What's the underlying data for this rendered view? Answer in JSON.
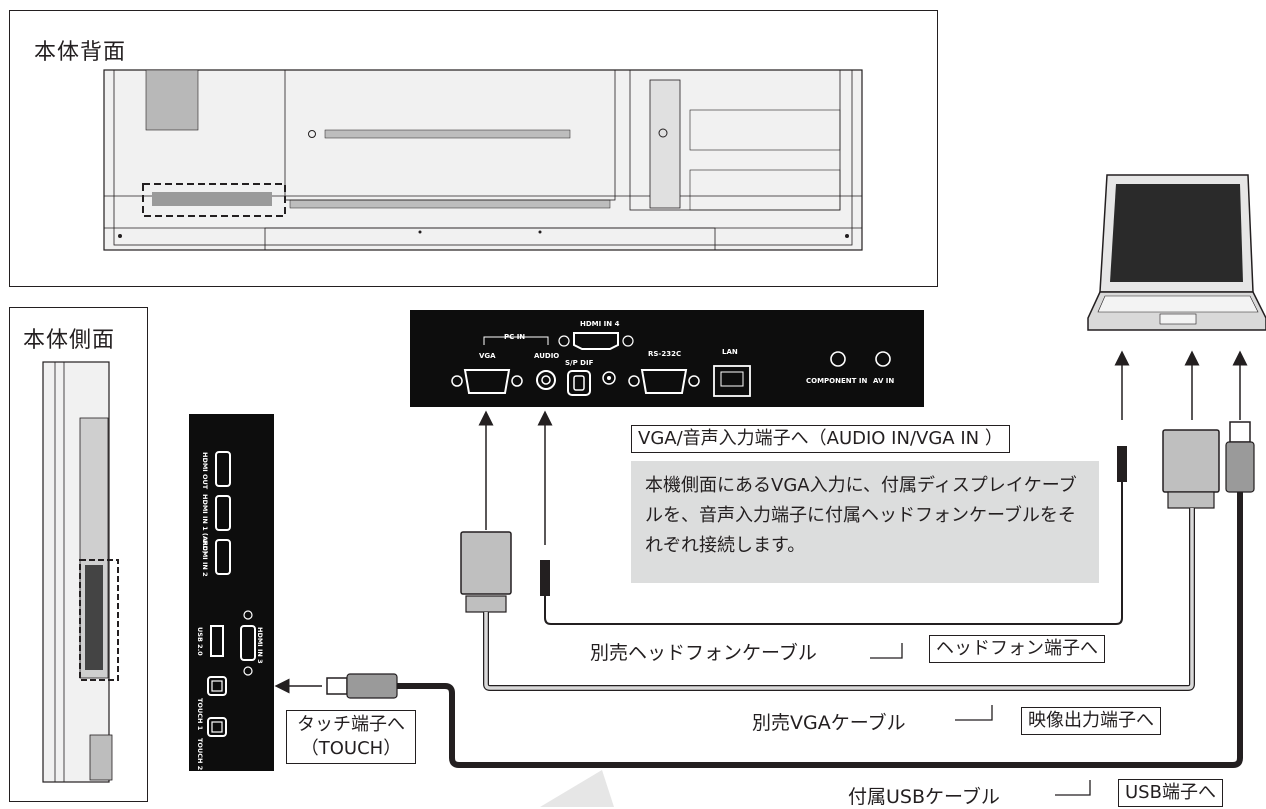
{
  "rear_section": {
    "title": "本体背面"
  },
  "side_section": {
    "title": "本体側面"
  },
  "pc_panel": {
    "pc_in": "PC IN",
    "vga": "VGA",
    "audio": "AUDIO",
    "hdmi_in_4": "HDMI IN 4",
    "spdif": "S/P DIF",
    "rs232c": "RS-232C",
    "lan": "LAN",
    "component_in": "COMPONENT IN",
    "av_in": "AV IN"
  },
  "side_panel": {
    "hdmi_out": "HDMI OUT",
    "hdmi_in_1": "HDMI IN 1 (ARC)",
    "hdmi_in_2": "HDMI IN 2",
    "usb_20": "USB 2.0",
    "touch_1": "TOUCH 1",
    "touch_2": "TOUCH 2",
    "hdmi_in_3": "HDMI IN 3"
  },
  "labels": {
    "vga_audio_in": "VGA/音声入力端子へ（AUDIO IN/VGA IN ）",
    "note": "本機側面にあるVGA入力に、付属ディスプレイケーブルを、音声入力端子に付属ヘッドフォンケーブルをそれぞれ接続します。",
    "headphone_cable": "別売ヘッドフォンケーブル",
    "headphone_port": "ヘッドフォン端子へ",
    "vga_cable": "別売VGAケーブル",
    "video_out_port": "映像出力端子へ",
    "touch_port_line1": "タッチ端子へ",
    "touch_port_line2": "（TOUCH）",
    "usb_cable": "付属USBケーブル",
    "usb_port": "USB端子へ"
  }
}
